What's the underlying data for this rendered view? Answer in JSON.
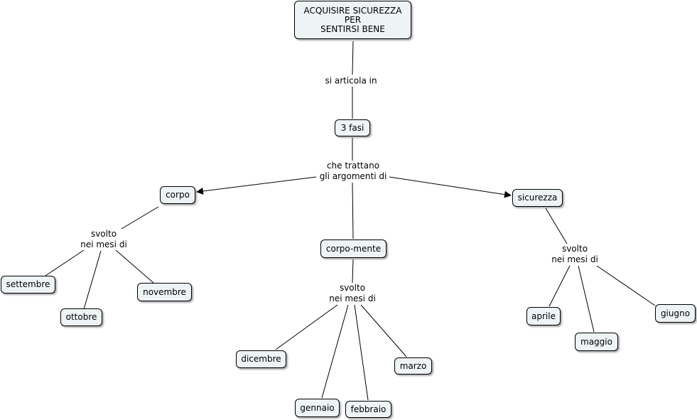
{
  "concept_map": {
    "root": "ACQUISIRE SICUREZZA\nPER\nSENTIRSI BENE",
    "link_articola": "si articola in",
    "fasi": "3 fasi",
    "link_trattano": "che trattano\ngli argomenti di",
    "corpo": "corpo",
    "corpo_mente": "corpo-mente",
    "sicurezza": "sicurezza",
    "link_corpo_mesi": "svolto\nnei mesi di",
    "link_mente_mesi": "svolto\nnei mesi di",
    "link_sic_mesi": "svolto\nnei mesi di",
    "months": {
      "settembre": "settembre",
      "ottobre": "ottobre",
      "novembre": "novembre",
      "dicembre": "dicembre",
      "gennaio": "gennaio",
      "febbraio": "febbraio",
      "marzo": "marzo",
      "aprile": "aprile",
      "maggio": "maggio",
      "giugno": "giugno"
    }
  },
  "colors": {
    "node_fill": "#eef3f6",
    "line": "#000000"
  }
}
